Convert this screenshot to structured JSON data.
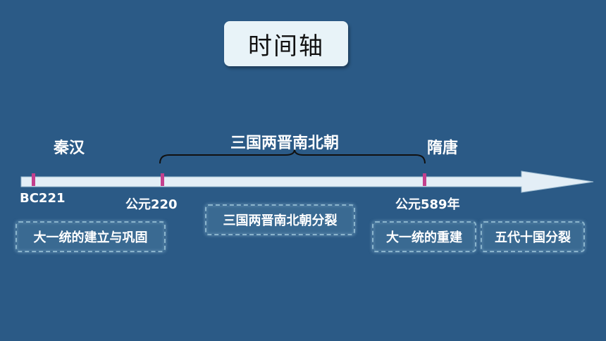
{
  "title": "时间轴",
  "eras": {
    "qinhan": "秦汉",
    "sanguo": "三国两晋南北朝",
    "suitang": "隋唐"
  },
  "dates": {
    "bc221": "BC221",
    "ad220": "公元220",
    "ad589": "公元589年"
  },
  "events": {
    "unification_established": "大一统的建立与巩固",
    "sanguo_split": "三国两晋南北朝分裂",
    "reunification": "大一统的重建",
    "five_dynasties_split": "五代十国分裂"
  },
  "colors": {
    "background": "#2b5a86",
    "axis_fill": "#e3eef6",
    "tick": "#c4408e",
    "brace": "#111111"
  }
}
